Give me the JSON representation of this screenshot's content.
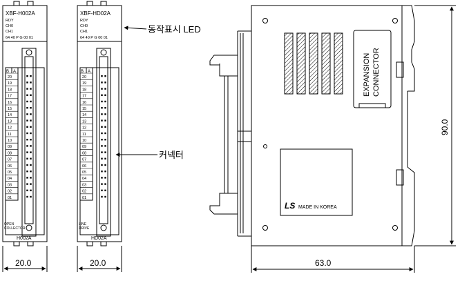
{
  "module_left": {
    "model": "XBF-H002A",
    "leds": [
      "RDY",
      "CH0",
      "CH1"
    ],
    "code_row": "64 40 P G 00 01",
    "col_b": "B",
    "col_a": "A",
    "rows": [
      "20",
      "19",
      "18",
      "17",
      "16",
      "15",
      "14",
      "13",
      "12",
      "11",
      "10",
      "09",
      "08",
      "07",
      "06",
      "05",
      "04",
      "03",
      "02",
      "01"
    ],
    "bottom_line1": "OPEN",
    "bottom_line2": "COLLECTOR",
    "name": "H002A",
    "width_dim": "20.0"
  },
  "module_right": {
    "model": "XBF-HD02A",
    "leds": [
      "RDY",
      "CH0",
      "CH1"
    ],
    "code_row": "64 40 P G 00 01",
    "col_b": "B",
    "col_a": "A",
    "rows": [
      "20",
      "19",
      "18",
      "17",
      "16",
      "15",
      "14",
      "13",
      "12",
      "11",
      "10",
      "09",
      "08",
      "07",
      "06",
      "05",
      "04",
      "03",
      "02",
      "01"
    ],
    "bottom_line1": "LINE",
    "bottom_line2": "DRIVE",
    "name": "HD02A",
    "width_dim": "20.0"
  },
  "callouts": {
    "led_label": "동작표시 LED",
    "connector_label": "커넥터"
  },
  "side_view": {
    "expansion_line1": "EXPANSION",
    "expansion_line2": "CONNECTOR",
    "brand_logo": "LS",
    "made_in": "MADE IN KOREA",
    "height_dim": "90.0",
    "depth_dim": "63.0"
  }
}
